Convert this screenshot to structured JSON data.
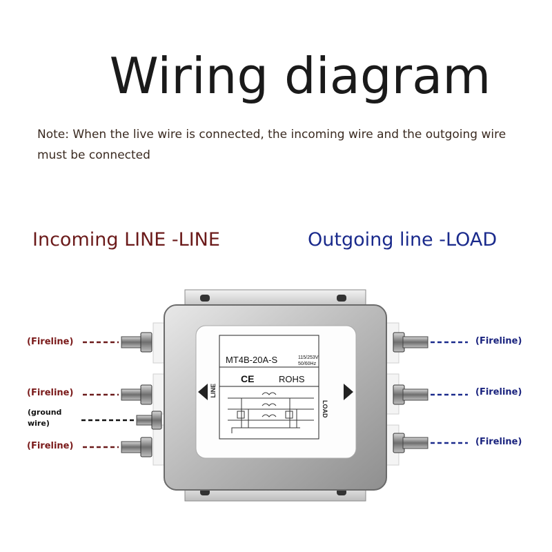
{
  "title": "Wiring diagram",
  "note": "Note: When the live wire is connected, the incoming wire and the outgoing wire must be connected",
  "incoming_header": "Incoming LINE -LINE",
  "outgoing_header": "Outgoing line -LOAD",
  "left_labels": {
    "top": "(Fireline)",
    "middle": "(Fireline)",
    "ground": "(ground\nwire)",
    "bottom": "(Fireline)"
  },
  "right_labels": {
    "top": "(Fireline)",
    "middle": "(Fireline)",
    "bottom": "(Fireline)"
  },
  "device": {
    "model": "MT4B-20A-S",
    "voltage": "115/253V",
    "frequency": "50/60Hz",
    "cert_ce": "CE",
    "cert_rohs": "ROHS",
    "side_left": "LINE",
    "side_right": "LOAD"
  },
  "colors": {
    "incoming": "#6b1a1a",
    "outgoing": "#1a2a8c",
    "ground_wire": "#111111"
  }
}
